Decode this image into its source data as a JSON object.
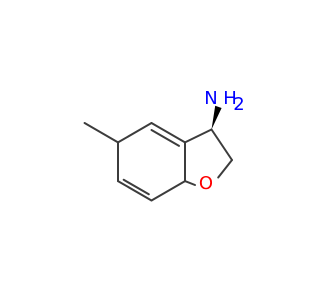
{
  "molecule": {
    "atoms": {
      "nitrogen": {
        "symbol": "N",
        "color": "#0000ff"
      },
      "amine_hydrogens": {
        "symbol": "H",
        "count": "2",
        "color": "#0000ff"
      },
      "oxygen": {
        "symbol": "O",
        "color": "#ff0000"
      }
    },
    "bond_color": "#3c3c3c",
    "stereo_bond": "wedge"
  }
}
